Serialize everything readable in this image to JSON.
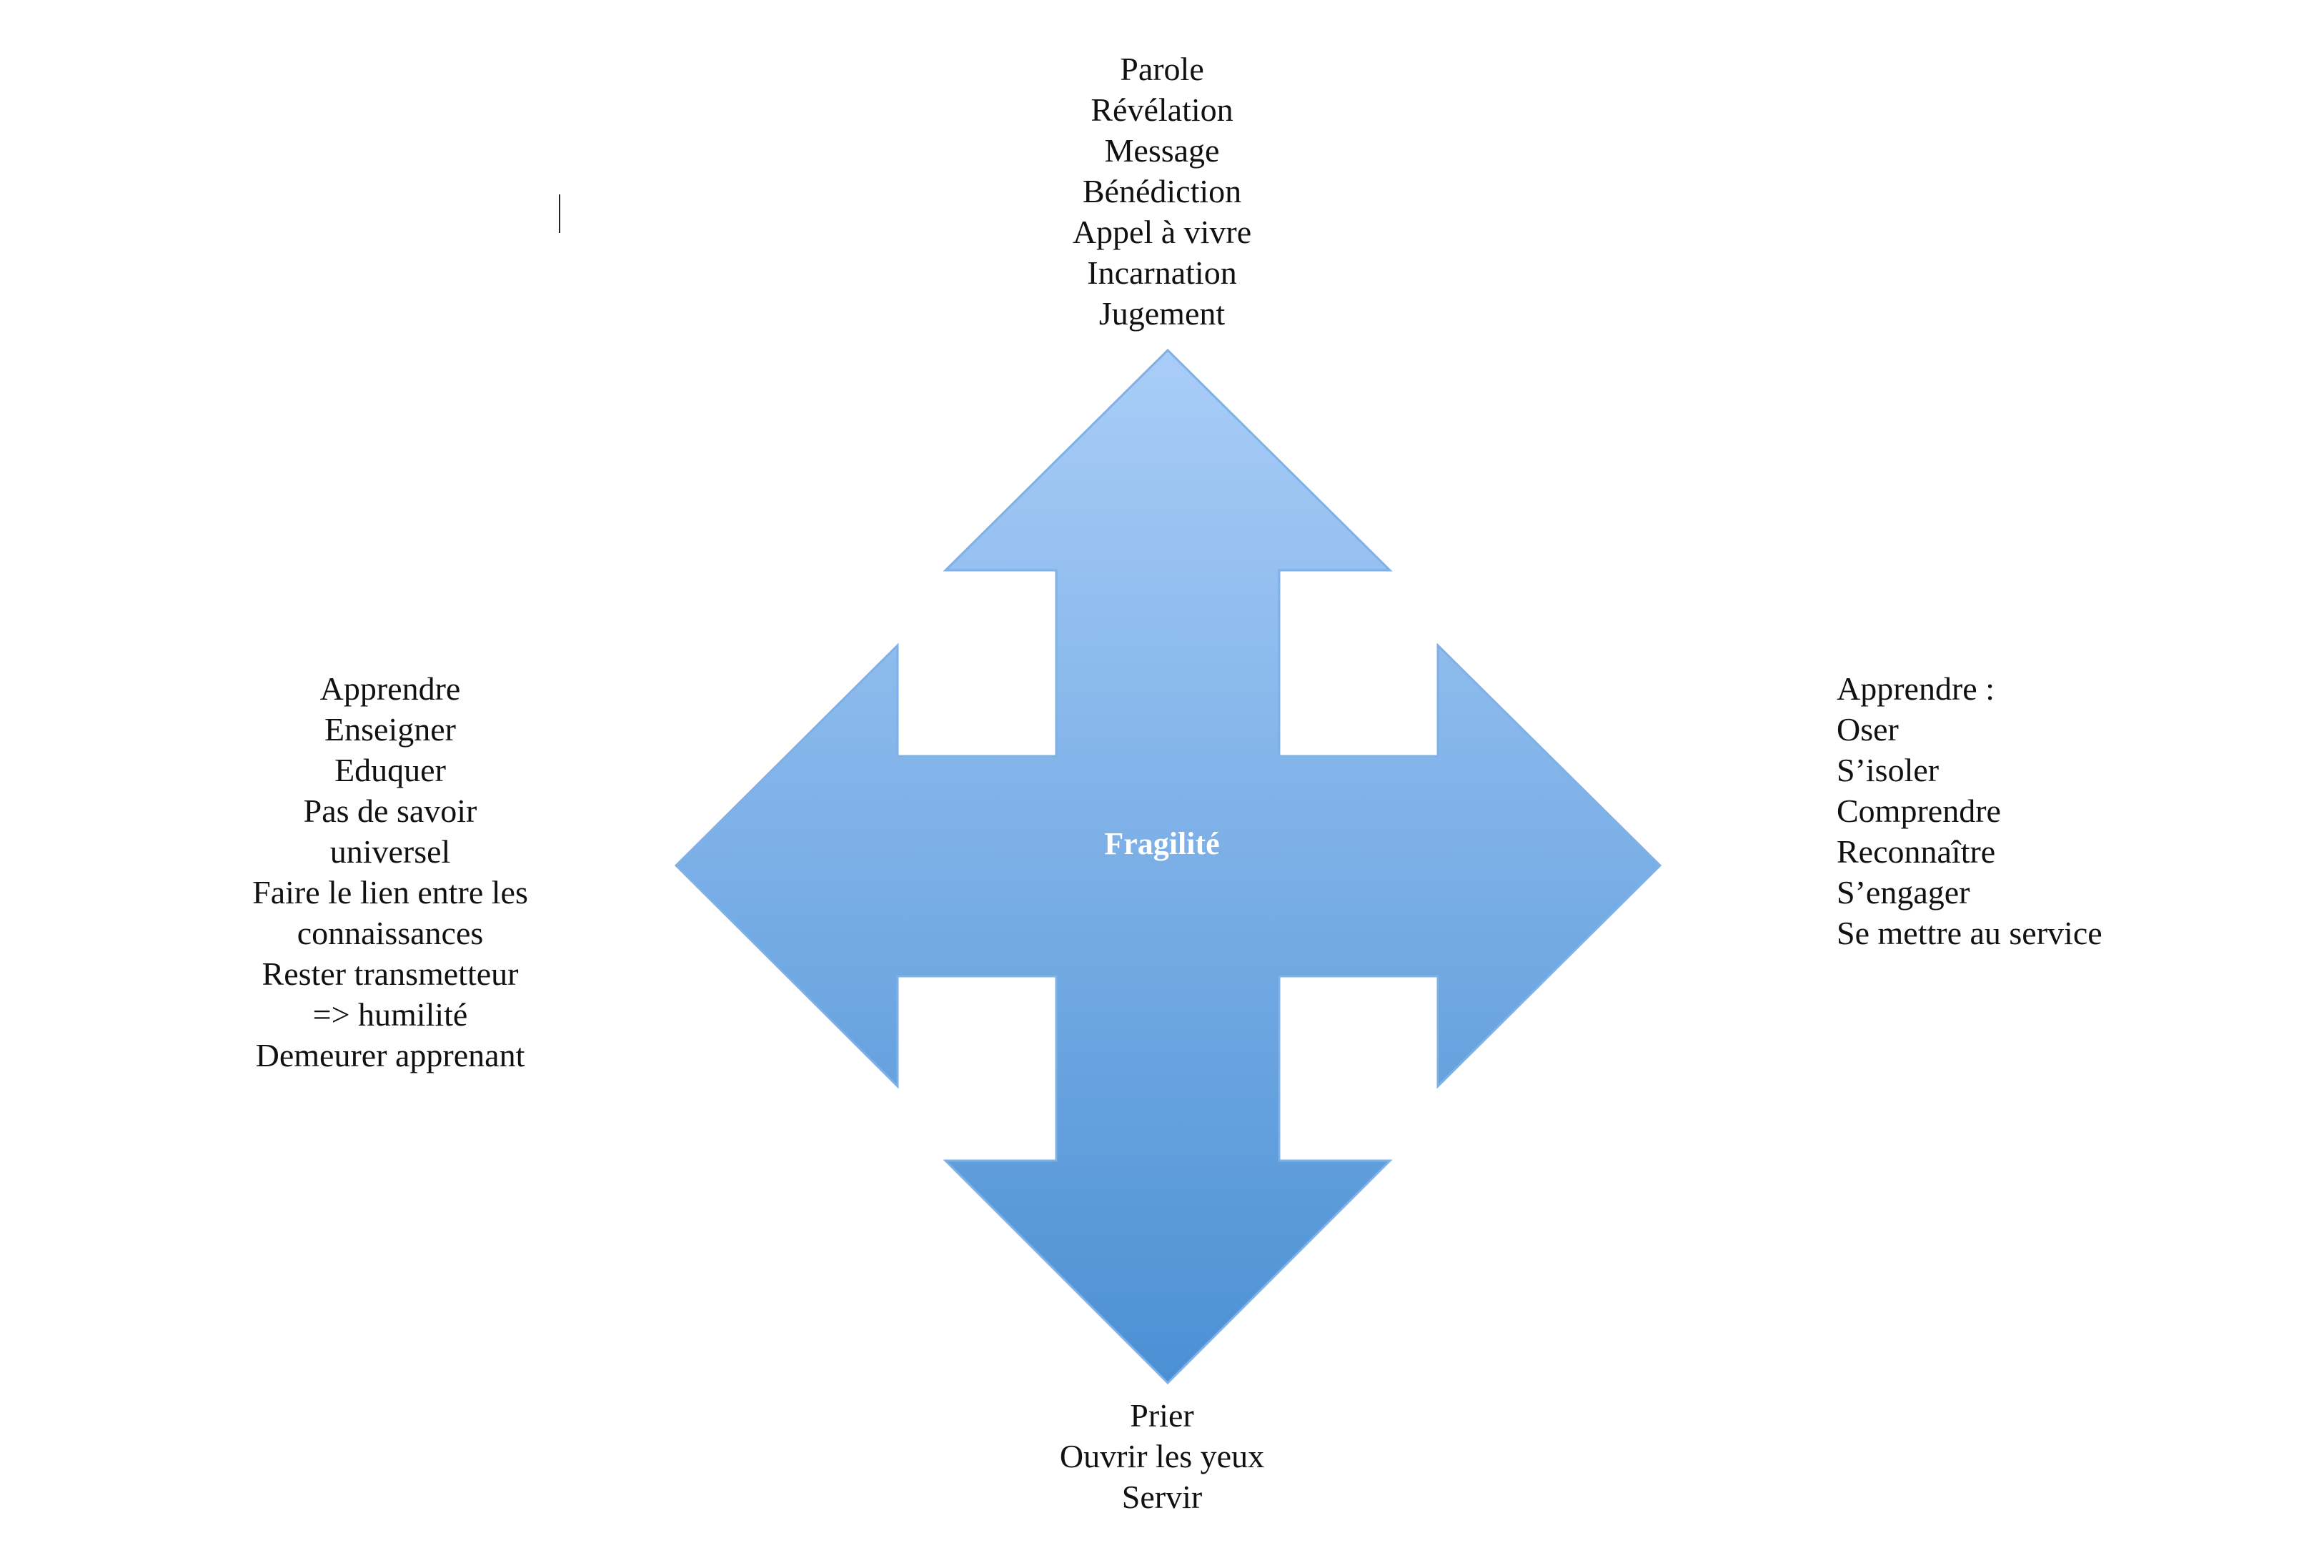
{
  "diagram": {
    "center_label": "Fragilité",
    "top": [
      "Parole",
      "Révélation",
      "Message",
      "Bénédiction",
      "Appel à vivre",
      "Incarnation",
      "Jugement"
    ],
    "left": [
      "Apprendre",
      "Enseigner",
      "Eduquer",
      "Pas de savoir",
      "universel",
      "Faire le lien entre les",
      "connaissances",
      "Rester transmetteur",
      "=> humilité",
      "Demeurer apprenant"
    ],
    "right": [
      "Apprendre :",
      "Oser",
      "S’isoler",
      "Comprendre",
      "Reconnaître",
      "S’engager",
      "Se mettre au service"
    ],
    "bottom": [
      "Prier",
      "Ouvrir les yeux",
      "Servir"
    ]
  },
  "colors": {
    "arrow_top": "#a9cdf8",
    "arrow_bottom": "#4b90d4",
    "arrow_stroke": "#7fb0e6",
    "text": "#111111",
    "center_label": "#ffffff"
  }
}
